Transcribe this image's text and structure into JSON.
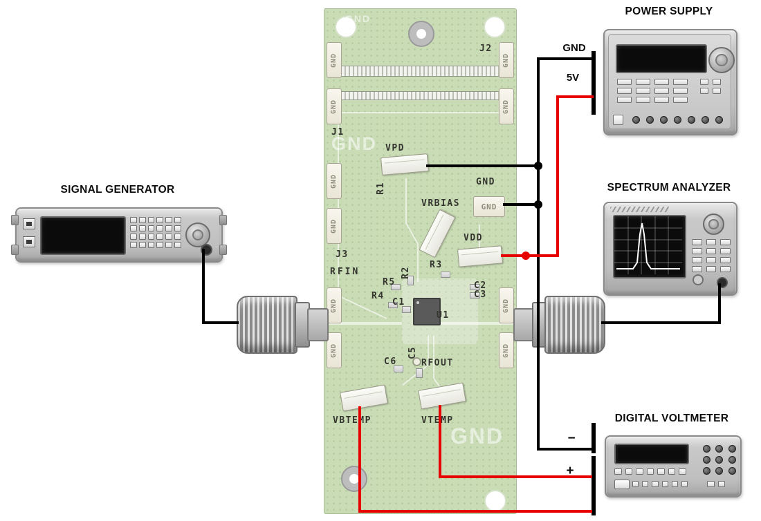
{
  "colors": {
    "wire_black": "#000000",
    "wire_red": "#e60000",
    "board_green": "#cadcb6"
  },
  "labels": {
    "power_supply": "POWER SUPPLY",
    "spectrum_analyzer": "SPECTRUM ANALYZER",
    "digital_voltmeter": "DIGITAL VOLTMETER",
    "signal_generator": "SIGNAL GENERATOR",
    "gnd_wire": "GND",
    "supply_5v": "5V",
    "dvm_minus": "−",
    "dvm_plus": "+"
  },
  "pcb": {
    "pad_label": "GND",
    "watermark": "GND",
    "labels": {
      "j1": "J1",
      "j2": "J2",
      "j3": "J3",
      "rfin": "RFIN",
      "rfout": "RFOUT",
      "vpd": "VPD",
      "vrbias": "VRBIAS",
      "gnd_silk": "GND",
      "vdd": "VDD",
      "r1": "R1",
      "r2": "R2",
      "r3": "R3",
      "r4": "R4",
      "r5": "R5",
      "c1": "C1",
      "c2": "C2",
      "c3": "C3",
      "c5": "C5",
      "c6": "C6",
      "u1": "U1",
      "vbtemp": "VBTEMP",
      "vtemp": "VTEMP"
    }
  }
}
